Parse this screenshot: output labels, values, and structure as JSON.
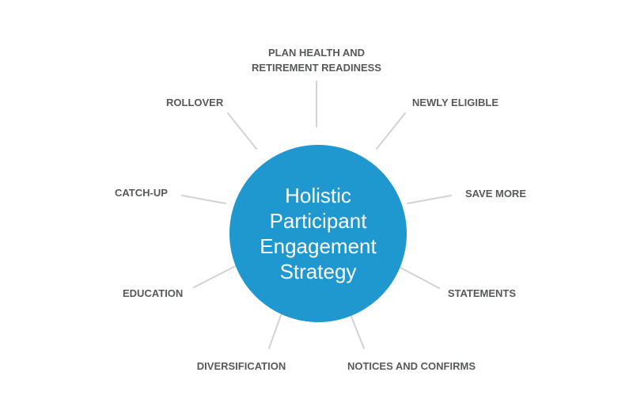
{
  "center": {
    "lines": [
      "Holistic",
      "Participant",
      "Engagement",
      "Strategy"
    ],
    "color": "#1e98cf"
  },
  "spokes": {
    "plan_health": [
      "PLAN HEALTH AND",
      "RETIREMENT READINESS"
    ],
    "newly_eligible": "NEWLY ELIGIBLE",
    "save_more": "SAVE MORE",
    "statements": "STATEMENTS",
    "notices_and_confirms": "NOTICES AND CONFIRMS",
    "diversification": "DIVERSIFICATION",
    "education": "EDUCATION",
    "catch_up": "CATCH-UP",
    "rollover": "ROLLOVER"
  },
  "colors": {
    "label": "#58595b",
    "spoke": "#d2d2d2"
  }
}
